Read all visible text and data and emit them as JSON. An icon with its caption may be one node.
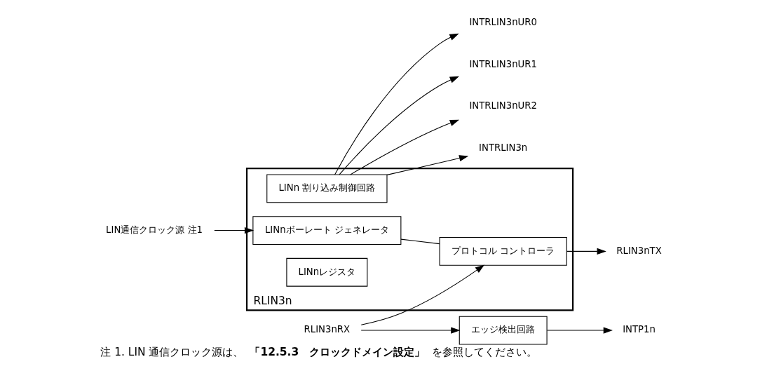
{
  "diagram": {
    "caption": "注 1. LIN 通信クロック源は、**「12.5.3　クロックドメイン設定」**を参照してください。",
    "nodes": [
      {
        "text": [
          "RLIN3n"
        ]
      },
      {
        "text": [
          "LINnボーレート ジェネレータ"
        ],
        "in": 0
      },
      {
        "text": [
          "プロトコル コントローラ"
        ],
        "in": 0
      },
      {
        "text": [
          "LINn 割り込み制御回路"
        ],
        "in": 0
      },
      {
        "text": [
          "LINnレジスタ"
        ],
        "in": 0
      },
      {
        "text": [
          "LIN通信クロック源 注1"
        ]
      },
      {
        "text": [
          "RLIN3nTX"
        ]
      },
      {
        "text": [
          "RLIN3nRX"
        ]
      },
      {
        "text": [
          "INTRLIN3nUR0"
        ]
      },
      {
        "text": [
          "INTRLIN3nUR1"
        ]
      },
      {
        "text": [
          "INTRLIN3nUR2"
        ]
      },
      {
        "text": [
          "INTRLIN3n"
        ]
      },
      {
        "text": [
          "エッジ検出回路"
        ]
      },
      {
        "text": [
          "INTP1n"
        ]
      }
    ],
    "edges": [
      {
        "from": 5,
        "to": 1,
        "arrow": "to"
      },
      {
        "from": 1,
        "to": 2,
        "arrow": "none"
      },
      {
        "from": 2,
        "to": 6,
        "arrow": "to"
      },
      {
        "from": 7,
        "to": 2,
        "arrow": "to"
      },
      {
        "from": 3,
        "to": 8,
        "arrow": "to"
      },
      {
        "from": 3,
        "to": 9,
        "arrow": "to"
      },
      {
        "from": 3,
        "to": 10,
        "arrow": "to"
      },
      {
        "from": 3,
        "to": 11,
        "arrow": "to"
      },
      {
        "from": 7,
        "to": 12,
        "arrow": "to"
      },
      {
        "from": 12,
        "to": 13,
        "arrow": "to"
      }
    ]
  }
}
